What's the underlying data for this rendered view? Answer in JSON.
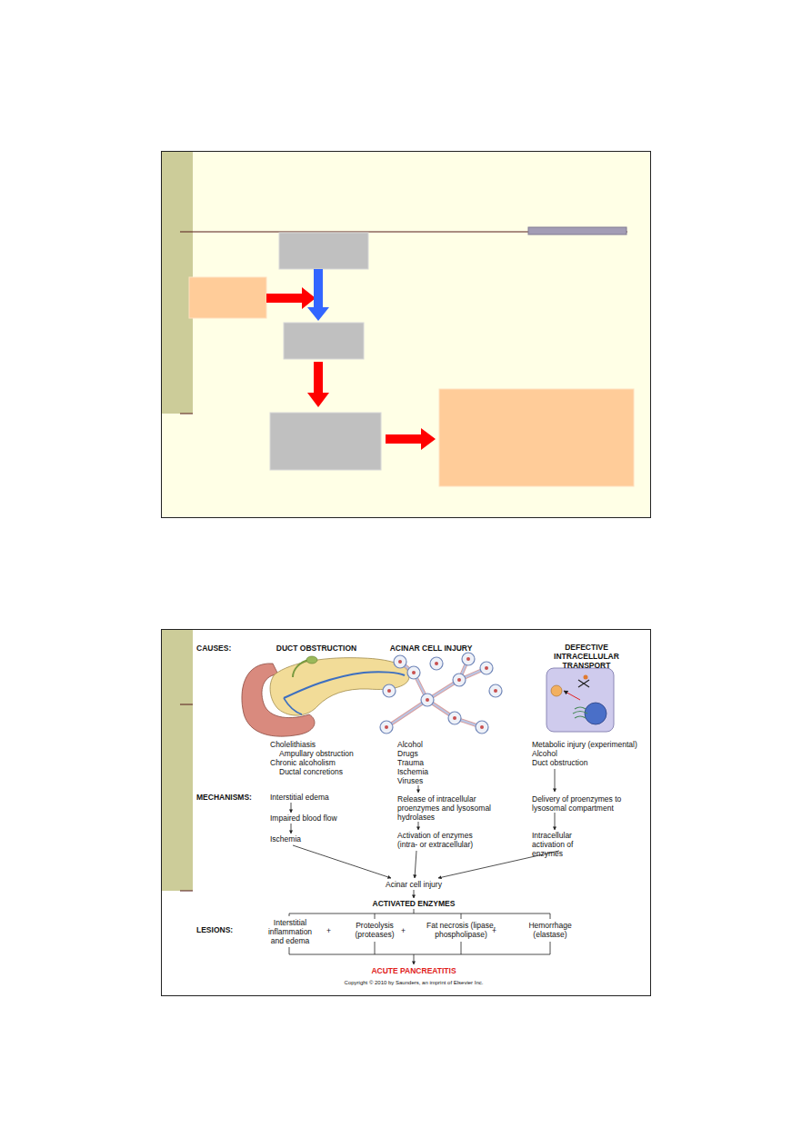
{
  "diagram": {
    "labels": [
      "CAUSES:",
      "DUCT OBSTRUCTION",
      "ACINAR CELL INJURY",
      "DEFECTIVE INTRACELLULAR TRANSPORT",
      "Cholelithiasis",
      "Ampullary obstruction",
      "Chronic alcoholism",
      "Ductal concretions",
      "Alcohol",
      "Drugs",
      "Trauma",
      "Ischemia",
      "Viruses",
      "Metabolic injury (experimental)",
      "Alcohol",
      "Duct obstruction",
      "MECHANISMS:",
      "Interstitial edema",
      "Impaired blood flow",
      "Ischemia",
      "Release of intracellular proenzymes and lysosomal hydrolases",
      "Activation of enzymes (intra- or extracellular)",
      "Delivery of proenzymes to lysosomal compartment",
      "Intracellular activation of enzymes",
      "Acinar cell injury",
      "ACTIVATED ENZYMES",
      "LESIONS:",
      "Interstitial inflammation and edema",
      "+",
      "Proteolysis (proteases)",
      "+",
      "Fat necrosis (lipase, phospholipase)",
      "+",
      "Hemorrhage (elastase)",
      "ACUTE PANCREATITIS",
      "Copyright © 2010 by Saunders, an imprint of Elsevier Inc."
    ]
  }
}
